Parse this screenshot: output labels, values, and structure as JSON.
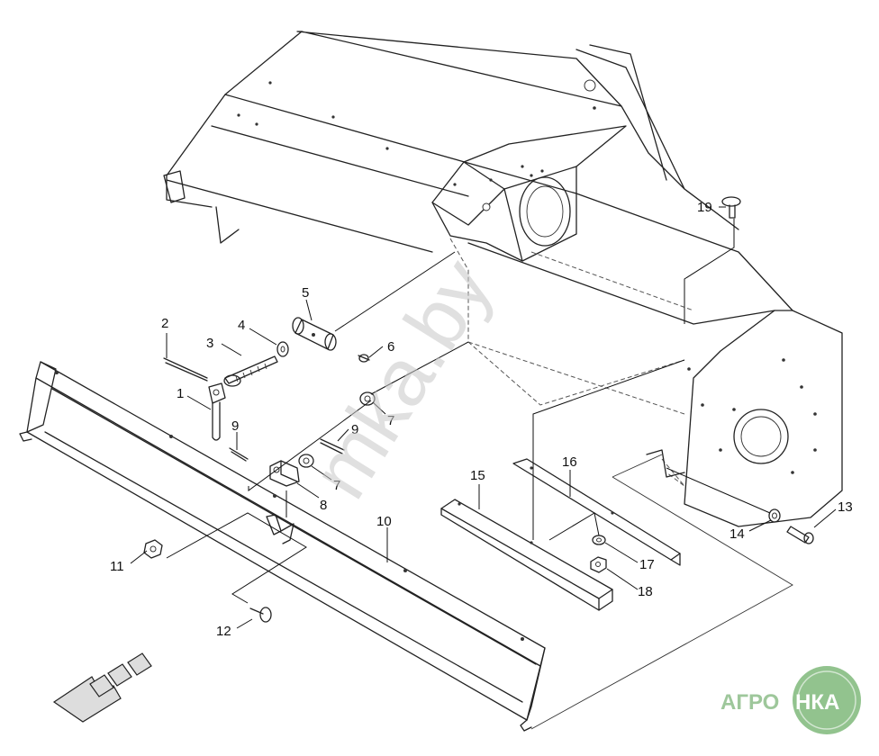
{
  "diagram": {
    "callouts": [
      "1",
      "2",
      "3",
      "4",
      "5",
      "6",
      "7",
      "7",
      "8",
      "9",
      "9",
      "10",
      "11",
      "12",
      "13",
      "14",
      "15",
      "16",
      "17",
      "18",
      "19"
    ]
  },
  "watermark": {
    "text": "mka.by"
  },
  "logo": {
    "left_text": "АГРО",
    "right_text": "НКА",
    "colors": {
      "left": "#9ec79b",
      "badge": "#7fb87a",
      "badge_text": "#ffffff"
    }
  },
  "colors": {
    "line": "#222222",
    "arrow_fill": "#cccccc"
  }
}
